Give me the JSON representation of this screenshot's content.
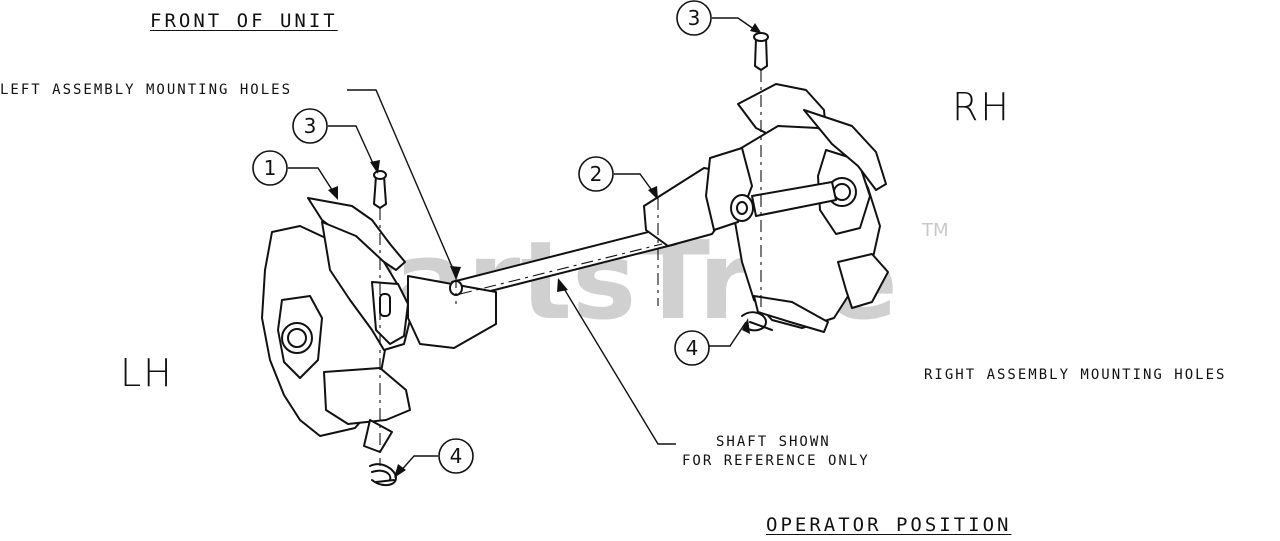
{
  "labels": {
    "front_of_unit": "FRONT OF UNIT",
    "operator_position": "OPERATOR POSITION",
    "left_holes": "LEFT ASSEMBLY MOUNTING HOLES",
    "right_holes": "RIGHT ASSEMBLY MOUNTING HOLES",
    "shaft_note_1": "SHAFT SHOWN",
    "shaft_note_2": "FOR REFERENCE ONLY",
    "lh": "LH",
    "rh": "RH"
  },
  "callouts": {
    "c1": "1",
    "c2": "2",
    "c3_left": "3",
    "c3_right": "3",
    "c4_left": "4",
    "c4_right": "4"
  },
  "watermark": {
    "text": "PartsTree",
    "tm": "TM"
  }
}
